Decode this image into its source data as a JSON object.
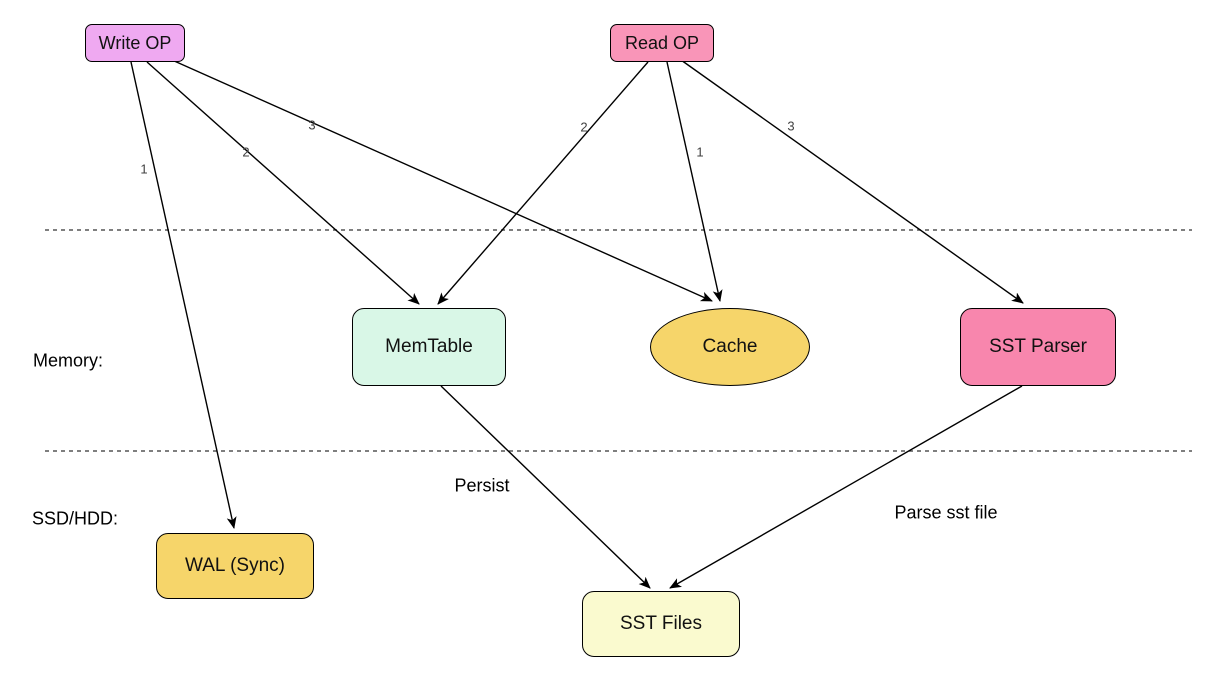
{
  "diagram": {
    "nodes": {
      "write_op": {
        "label": "Write OP",
        "fill": "#EFA9F1"
      },
      "read_op": {
        "label": "Read OP",
        "fill": "#F995B8"
      },
      "memtable": {
        "label": "MemTable",
        "fill": "#D9F7E7"
      },
      "cache": {
        "label": "Cache",
        "fill": "#F6D56A"
      },
      "sst_parser": {
        "label": "SST Parser",
        "fill": "#F886AD"
      },
      "wal": {
        "label": "WAL (Sync)",
        "fill": "#F6D56A"
      },
      "sst_files": {
        "label": "SST Files",
        "fill": "#FAFACF"
      }
    },
    "sections": {
      "memory": "Memory:",
      "ssd_hdd": "SSD/HDD:"
    },
    "edge_labels": {
      "write_wal": "1",
      "write_memtable": "2",
      "write_cache": "3",
      "read_memtable": "2",
      "read_cache": "1",
      "read_sst_parser": "3",
      "memtable_sst_files": "Persist",
      "sst_parser_sst_files": "Parse sst file"
    },
    "colors": {
      "node_border": "#000000",
      "edge_stroke": "#000000",
      "divider_stroke": "#555555",
      "background": "#ffffff"
    }
  }
}
